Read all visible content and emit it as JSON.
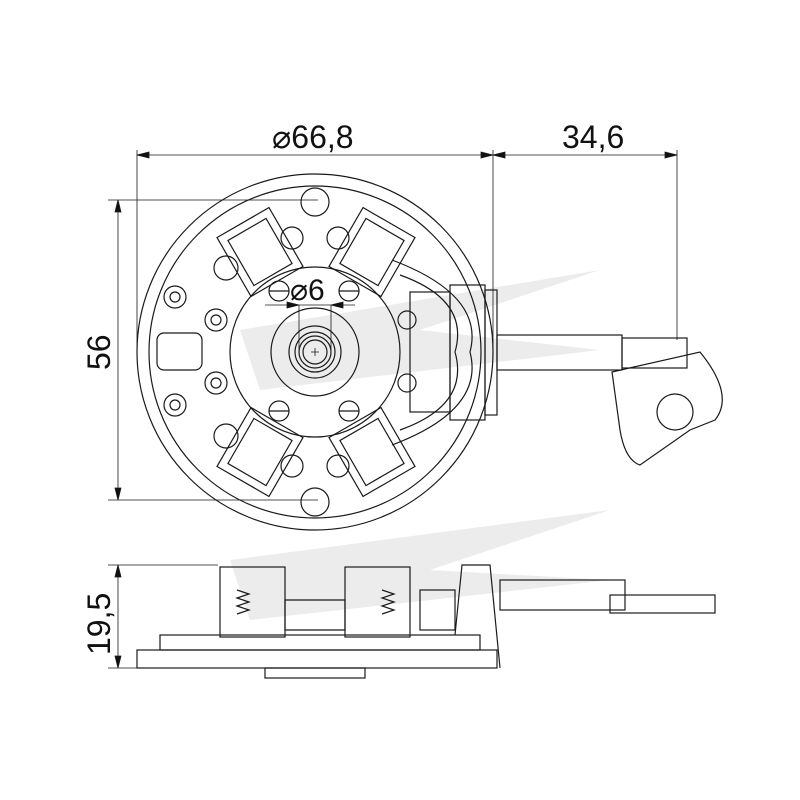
{
  "drawing": {
    "dimensions": {
      "outer_diameter": "⌀66,8",
      "terminal_length": "34,6",
      "height": "56",
      "shaft_diameter": "⌀6",
      "depth": "19,5"
    },
    "line_color": "#1a1a1a",
    "watermark_color": "#e6e6e6"
  }
}
